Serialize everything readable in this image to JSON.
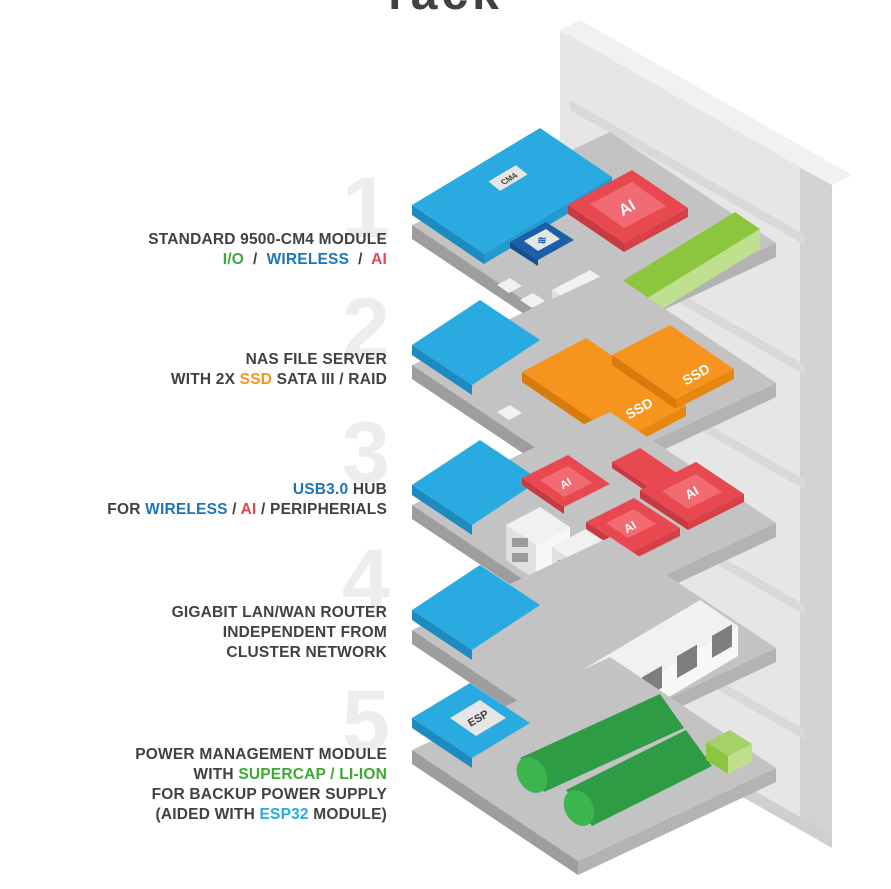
{
  "title": "rack",
  "layers": [
    {
      "number": "1",
      "lines": [
        [
          {
            "text": "STANDARD 9500-CM4 MODULE",
            "color": "plain"
          }
        ],
        [
          {
            "text": "I/O",
            "color": "green"
          },
          {
            "text": "  /  ",
            "color": "plain"
          },
          {
            "text": "WIRELESS",
            "color": "blue"
          },
          {
            "text": "  /  ",
            "color": "plain"
          },
          {
            "text": "AI",
            "color": "red"
          }
        ]
      ]
    },
    {
      "number": "2",
      "lines": [
        [
          {
            "text": "NAS FILE SERVER",
            "color": "plain"
          }
        ],
        [
          {
            "text": "WITH 2X ",
            "color": "plain"
          },
          {
            "text": "SSD",
            "color": "orange"
          },
          {
            "text": " SATA III / RAID",
            "color": "plain"
          }
        ]
      ]
    },
    {
      "number": "3",
      "lines": [
        [
          {
            "text": "USB3.0",
            "color": "blue"
          },
          {
            "text": " HUB",
            "color": "plain"
          }
        ],
        [
          {
            "text": "FOR ",
            "color": "plain"
          },
          {
            "text": "WIRELESS",
            "color": "blue"
          },
          {
            "text": " / ",
            "color": "plain"
          },
          {
            "text": "AI",
            "color": "red"
          },
          {
            "text": " / PERIPHERIALS",
            "color": "plain"
          }
        ]
      ]
    },
    {
      "number": "4",
      "lines": [
        [
          {
            "text": "GIGABIT LAN/WAN ROUTER",
            "color": "plain"
          }
        ],
        [
          {
            "text": "INDEPENDENT FROM",
            "color": "plain"
          }
        ],
        [
          {
            "text": "CLUSTER NETWORK",
            "color": "plain"
          }
        ]
      ]
    },
    {
      "number": "5",
      "lines": [
        [
          {
            "text": "POWER MANAGEMENT MODULE",
            "color": "plain"
          }
        ],
        [
          {
            "text": "WITH ",
            "color": "plain"
          },
          {
            "text": "SUPERCAP / LI-ION",
            "color": "green"
          }
        ],
        [
          {
            "text": "FOR BACKUP POWER SUPPLY",
            "color": "plain"
          }
        ],
        [
          {
            "text": "(AIDED WITH ",
            "color": "plain"
          },
          {
            "text": "ESP32",
            "color": "cyan"
          },
          {
            "text": " MODULE)",
            "color": "plain"
          }
        ]
      ]
    }
  ],
  "chip_labels": {
    "cm4": "CM4",
    "ai": "AI",
    "ssd": "SSD",
    "esp": "ESP"
  },
  "colors": {
    "text": "#414042",
    "green": "#3aaa35",
    "blue": "#1b75bc",
    "red": "#e5454f",
    "orange": "#f7941d",
    "cyan": "#27aae1",
    "board_top": "#c3c3c4",
    "board_side": "#a9a9aa",
    "rack": "#e3e3e4",
    "module_blue": "#29abe2",
    "ssd_orange": "#f7941d",
    "ai_red": "#e8484f",
    "battery_green": "#39a84a",
    "lime": "#8cc63f"
  }
}
